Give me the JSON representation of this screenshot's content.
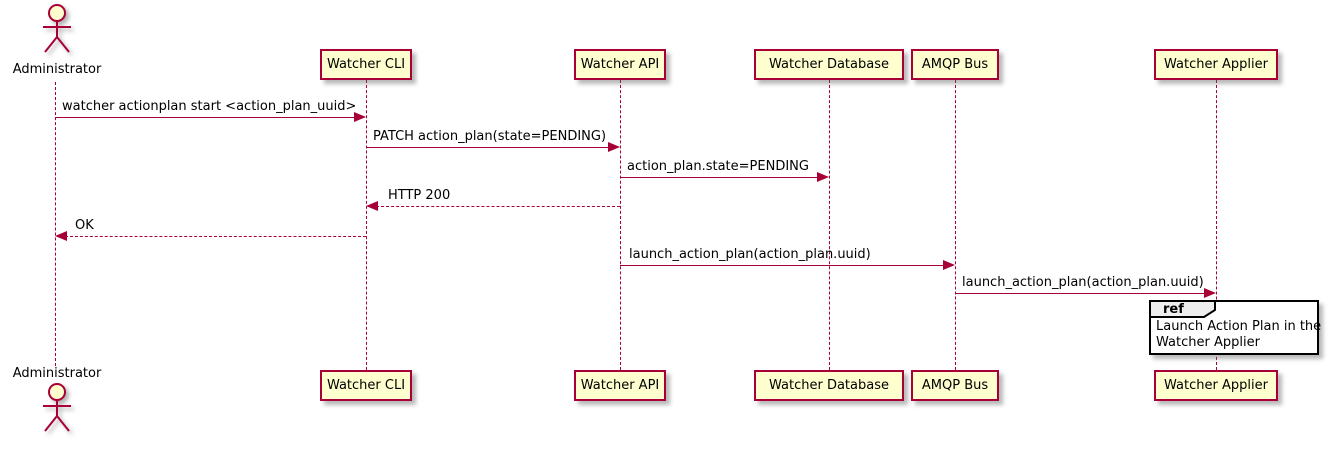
{
  "diagram": {
    "kind": "sequence-diagram",
    "colors": {
      "participant_fill": "#FEFECE",
      "participant_border": "#A80036",
      "line_color": "#A80036",
      "text_color": "#000000",
      "ref_border": "#000000",
      "ref_tab_fill": "#EEEEEE",
      "background": "#FFFFFF"
    },
    "actor": {
      "label": "Administrator"
    },
    "participants": [
      {
        "label": "Watcher CLI"
      },
      {
        "label": "Watcher API"
      },
      {
        "label": "Watcher Database"
      },
      {
        "label": "AMQP Bus"
      },
      {
        "label": "Watcher Applier"
      }
    ],
    "messages": [
      {
        "from": "Administrator",
        "to": "Watcher CLI",
        "style": "solid",
        "label": "watcher actionplan start <action_plan_uuid>"
      },
      {
        "from": "Watcher CLI",
        "to": "Watcher API",
        "style": "solid",
        "label": "PATCH action_plan(state=PENDING)"
      },
      {
        "from": "Watcher API",
        "to": "Watcher Database",
        "style": "solid",
        "label": "action_plan.state=PENDING"
      },
      {
        "from": "Watcher API",
        "to": "Watcher CLI",
        "style": "dashed",
        "label": "HTTP 200"
      },
      {
        "from": "Watcher CLI",
        "to": "Administrator",
        "style": "dashed",
        "label": "OK"
      },
      {
        "from": "Watcher API",
        "to": "AMQP Bus",
        "style": "solid",
        "label": "launch_action_plan(action_plan.uuid)"
      },
      {
        "from": "AMQP Bus",
        "to": "Watcher Applier",
        "style": "solid",
        "label": "launch_action_plan(action_plan.uuid)"
      }
    ],
    "ref": {
      "keyword": "ref",
      "line1": "Launch Action Plan in the",
      "line2": "Watcher Applier"
    }
  }
}
